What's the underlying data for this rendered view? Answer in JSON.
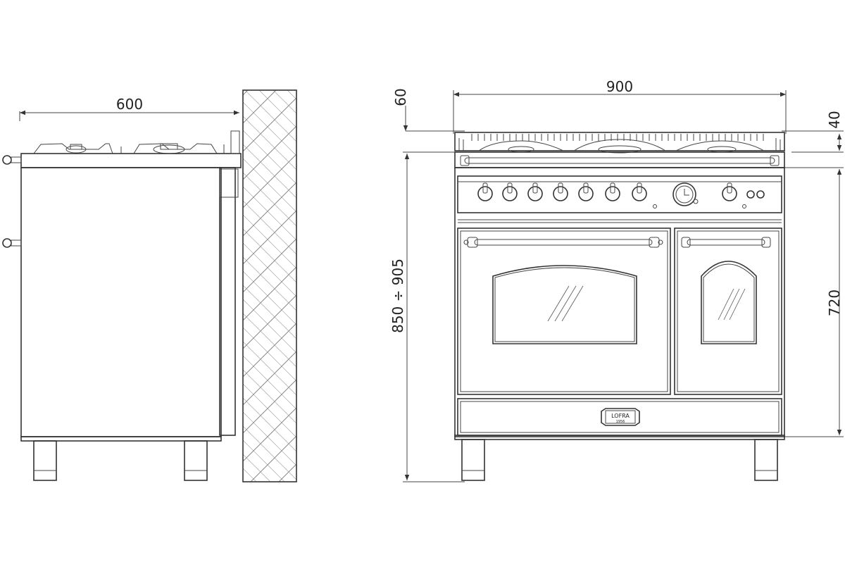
{
  "dimensions": {
    "side_depth": "600",
    "front_width": "900",
    "top_offset": "60",
    "hob_height": "40",
    "total_height": "850 ÷ 905",
    "oven_height": "720"
  },
  "badge": {
    "brand": "LOFRA",
    "year": "1956"
  }
}
